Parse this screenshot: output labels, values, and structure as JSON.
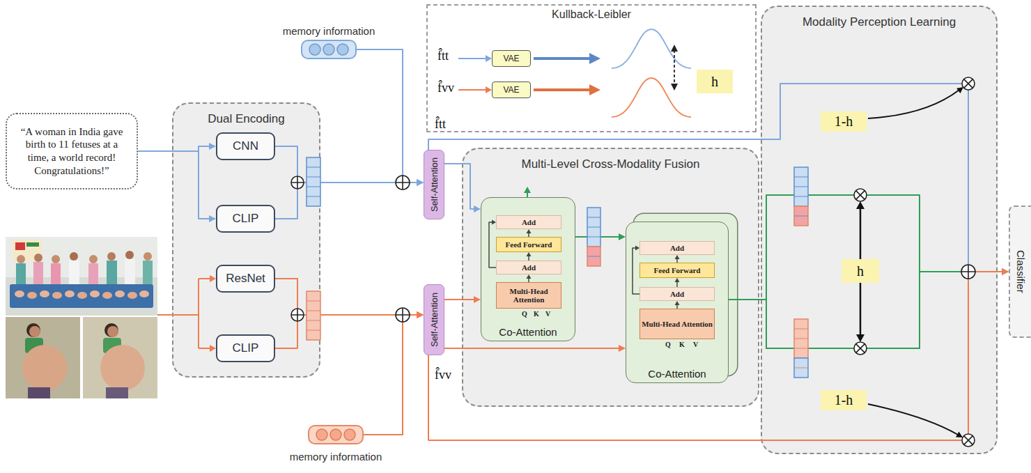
{
  "diagram": {
    "nodes": [
      {
        "text": [
          "“A woman in India gave birth to 11 fetuses at a time, a world record! Congratulations!”"
        ]
      },
      {
        "text": [
          "memory information"
        ]
      },
      {
        "text": [
          "Dual Encoding"
        ]
      },
      {
        "text": [
          "CNN"
        ],
        "in": 2
      },
      {
        "text": [
          "CLIP"
        ],
        "in": 2
      },
      {
        "text": [
          "ResNet"
        ],
        "in": 2
      },
      {
        "text": [
          "CLIP"
        ],
        "in": 2
      },
      {
        "text": [
          "memory information"
        ]
      },
      {
        "text": [
          "Kullback-Leibler"
        ]
      },
      {
        "text": [
          "VAE"
        ],
        "in": 8
      },
      {
        "text": [
          "VAE"
        ],
        "in": 8
      },
      {
        "text": [
          "h"
        ],
        "in": 8
      },
      {
        "text": [
          "Self-Attention"
        ]
      },
      {
        "text": [
          "Self-Attention"
        ]
      },
      {
        "text": [
          "Multi-Level Cross-Modality Fusion"
        ]
      },
      {
        "text": [
          "Co-Attention"
        ],
        "in": 14
      },
      {
        "text": [
          "Add"
        ],
        "in": 15
      },
      {
        "text": [
          "Feed Forward"
        ],
        "in": 15
      },
      {
        "text": [
          "Add"
        ],
        "in": 15
      },
      {
        "text": [
          "Multi-Head Attention"
        ],
        "in": 15
      },
      {
        "text": [
          "Co-Attention"
        ],
        "in": 14
      },
      {
        "text": [
          "Add"
        ],
        "in": 20
      },
      {
        "text": [
          "Feed Forward"
        ],
        "in": 20
      },
      {
        "text": [
          "Add"
        ],
        "in": 20
      },
      {
        "text": [
          "Multi-Head Attention"
        ],
        "in": 20
      },
      {
        "text": [
          "Modality Perception Learning"
        ]
      },
      {
        "text": [
          "1-h"
        ],
        "in": 25
      },
      {
        "text": [
          "h"
        ],
        "in": 25
      },
      {
        "text": [
          "1-h"
        ],
        "in": 25
      },
      {
        "text": [
          "Classifier"
        ]
      }
    ],
    "edges": [
      {
        "from": 0,
        "to": 3,
        "arrow": "to"
      },
      {
        "from": 0,
        "to": 4,
        "arrow": "to"
      },
      {
        "from": 3,
        "to": 12,
        "arrow": "to"
      },
      {
        "from": 4,
        "to": 12,
        "arrow": "to"
      },
      {
        "from": 1,
        "to": 12,
        "arrow": "to"
      },
      {
        "from": 5,
        "to": 13,
        "arrow": "to"
      },
      {
        "from": 6,
        "to": 13,
        "arrow": "to"
      },
      {
        "from": 7,
        "to": 13,
        "arrow": "to"
      },
      {
        "from": 12,
        "to": 15,
        "arrow": "to"
      },
      {
        "from": 13,
        "to": 15,
        "arrow": "to"
      },
      {
        "from": 15,
        "to": 20,
        "arrow": "to"
      },
      {
        "from": 13,
        "to": 20,
        "arrow": "to"
      },
      {
        "from": 20,
        "to": 29,
        "arrow": "to"
      },
      {
        "from": 12,
        "to": 29,
        "arrow": "to"
      },
      {
        "from": 13,
        "to": 29,
        "arrow": "to"
      },
      {
        "from": 19,
        "to": 18,
        "arrow": "to"
      },
      {
        "from": 18,
        "to": 17,
        "arrow": "to"
      },
      {
        "from": 17,
        "to": 16,
        "arrow": "to"
      },
      {
        "from": 18,
        "to": 16,
        "arrow": "to"
      },
      {
        "from": 24,
        "to": 23,
        "arrow": "to"
      },
      {
        "from": 23,
        "to": 22,
        "arrow": "to"
      },
      {
        "from": 22,
        "to": 21,
        "arrow": "to"
      },
      {
        "from": 23,
        "to": 21,
        "arrow": "to"
      }
    ],
    "labels": [
      "f̂tt",
      "f̂vv",
      "f̂tt",
      "f̂vv",
      "Q",
      "K",
      "V",
      "Q",
      "K",
      "V"
    ]
  }
}
